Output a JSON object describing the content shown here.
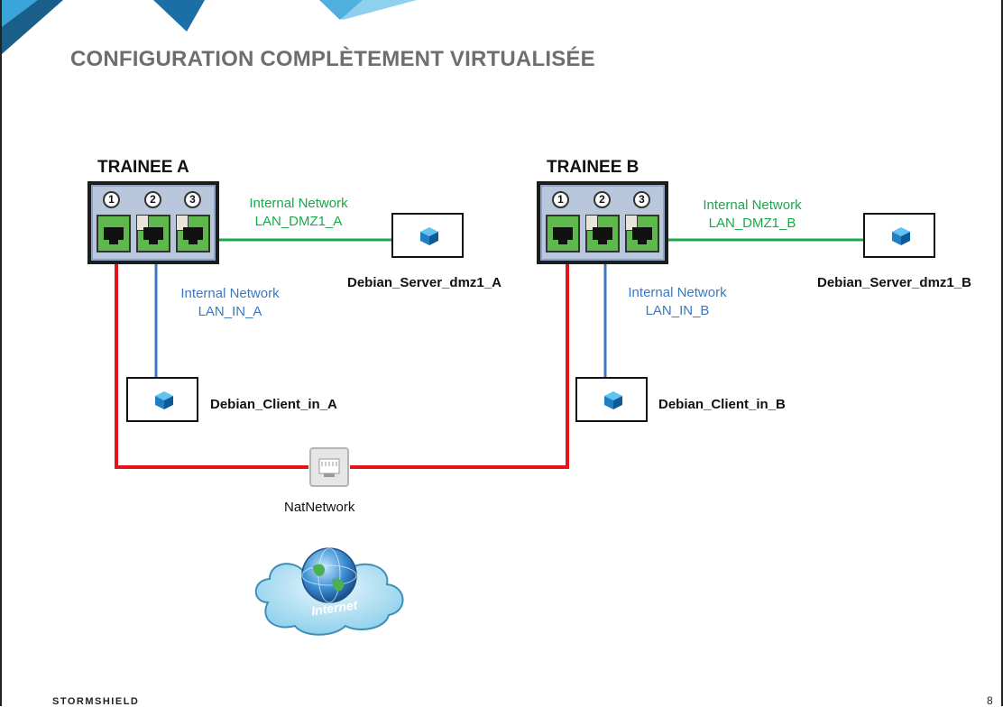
{
  "title": "CONFIGURATION COMPLÈTEMENT VIRTUALISÉE",
  "trainee_a": {
    "name": "TRAINEE A",
    "ports": [
      "1",
      "2",
      "3"
    ],
    "dmz_network": {
      "type": "Internal Network",
      "name": "LAN_DMZ1_A"
    },
    "in_network": {
      "type": "Internal Network",
      "name": "LAN_IN_A"
    },
    "server": "Debian_Server_dmz1_A",
    "client": "Debian_Client_in_A"
  },
  "trainee_b": {
    "name": "TRAINEE B",
    "ports": [
      "1",
      "2",
      "3"
    ],
    "dmz_network": {
      "type": "Internal Network",
      "name": "LAN_DMZ1_B"
    },
    "in_network": {
      "type": "Internal Network",
      "name": "LAN_IN_B"
    },
    "server": "Debian_Server_dmz1_B",
    "client": "Debian_Client_in_B"
  },
  "nat": {
    "label": "NatNetwork"
  },
  "internet": {
    "label": "Internet"
  },
  "footer": {
    "brand": "STORMSHIELD",
    "page": "8"
  },
  "colors": {
    "green_link": "#1aa84a",
    "blue_link": "#3c78bf",
    "red_link": "#e3141b",
    "title": "#6e6e6e"
  }
}
